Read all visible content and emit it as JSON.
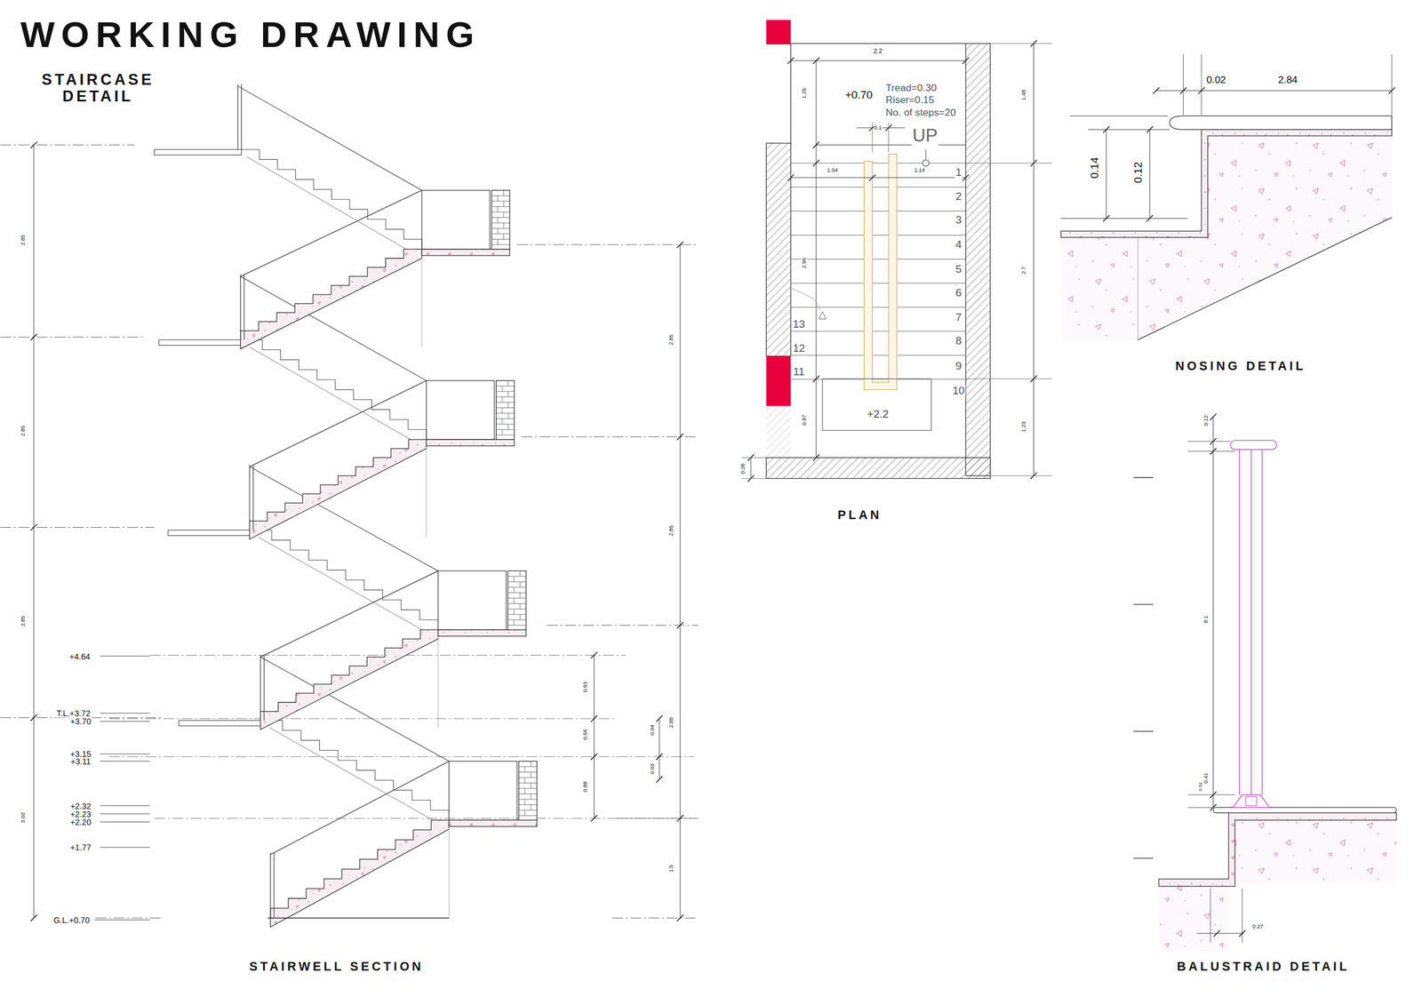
{
  "diagram": {
    "title": "WORKING DRAWING",
    "labels": [
      "STAIRCASE DETAIL",
      "2.85",
      "2.85",
      "2.85",
      "3.02",
      "+4.64",
      "T.L.+3.72",
      "+3.70",
      "+3.15",
      "+3.11",
      "+2.32",
      "+2.23",
      "+2.20",
      "+1.77",
      "G.L.+0.70",
      "2.85",
      "2.85",
      "2.88",
      "1.5",
      "0.93",
      "0.56",
      "0.88",
      "0.04",
      "0.03",
      "STAIRWELL SECTION",
      "2.2",
      "1.25",
      "1.48",
      "+0.70",
      "Tread=0.30",
      "Riser=0.15",
      "No. of steps=20",
      "0.1",
      "UP",
      "1.04",
      "1.14",
      "1",
      "2",
      "3",
      "4",
      "5",
      "6",
      "7",
      "8",
      "9",
      "10",
      "13",
      "12",
      "11",
      "2.95",
      "2.7",
      "+2.2",
      "0.97",
      "1.23",
      "0.26",
      "PLAN",
      "0.02",
      "2.84",
      "0.14",
      "0.12",
      "NOSING DETAIL",
      "0.12",
      "8.1",
      "0.41",
      "0.61",
      "0.27",
      "BALUSTRAID DETAIL"
    ]
  }
}
